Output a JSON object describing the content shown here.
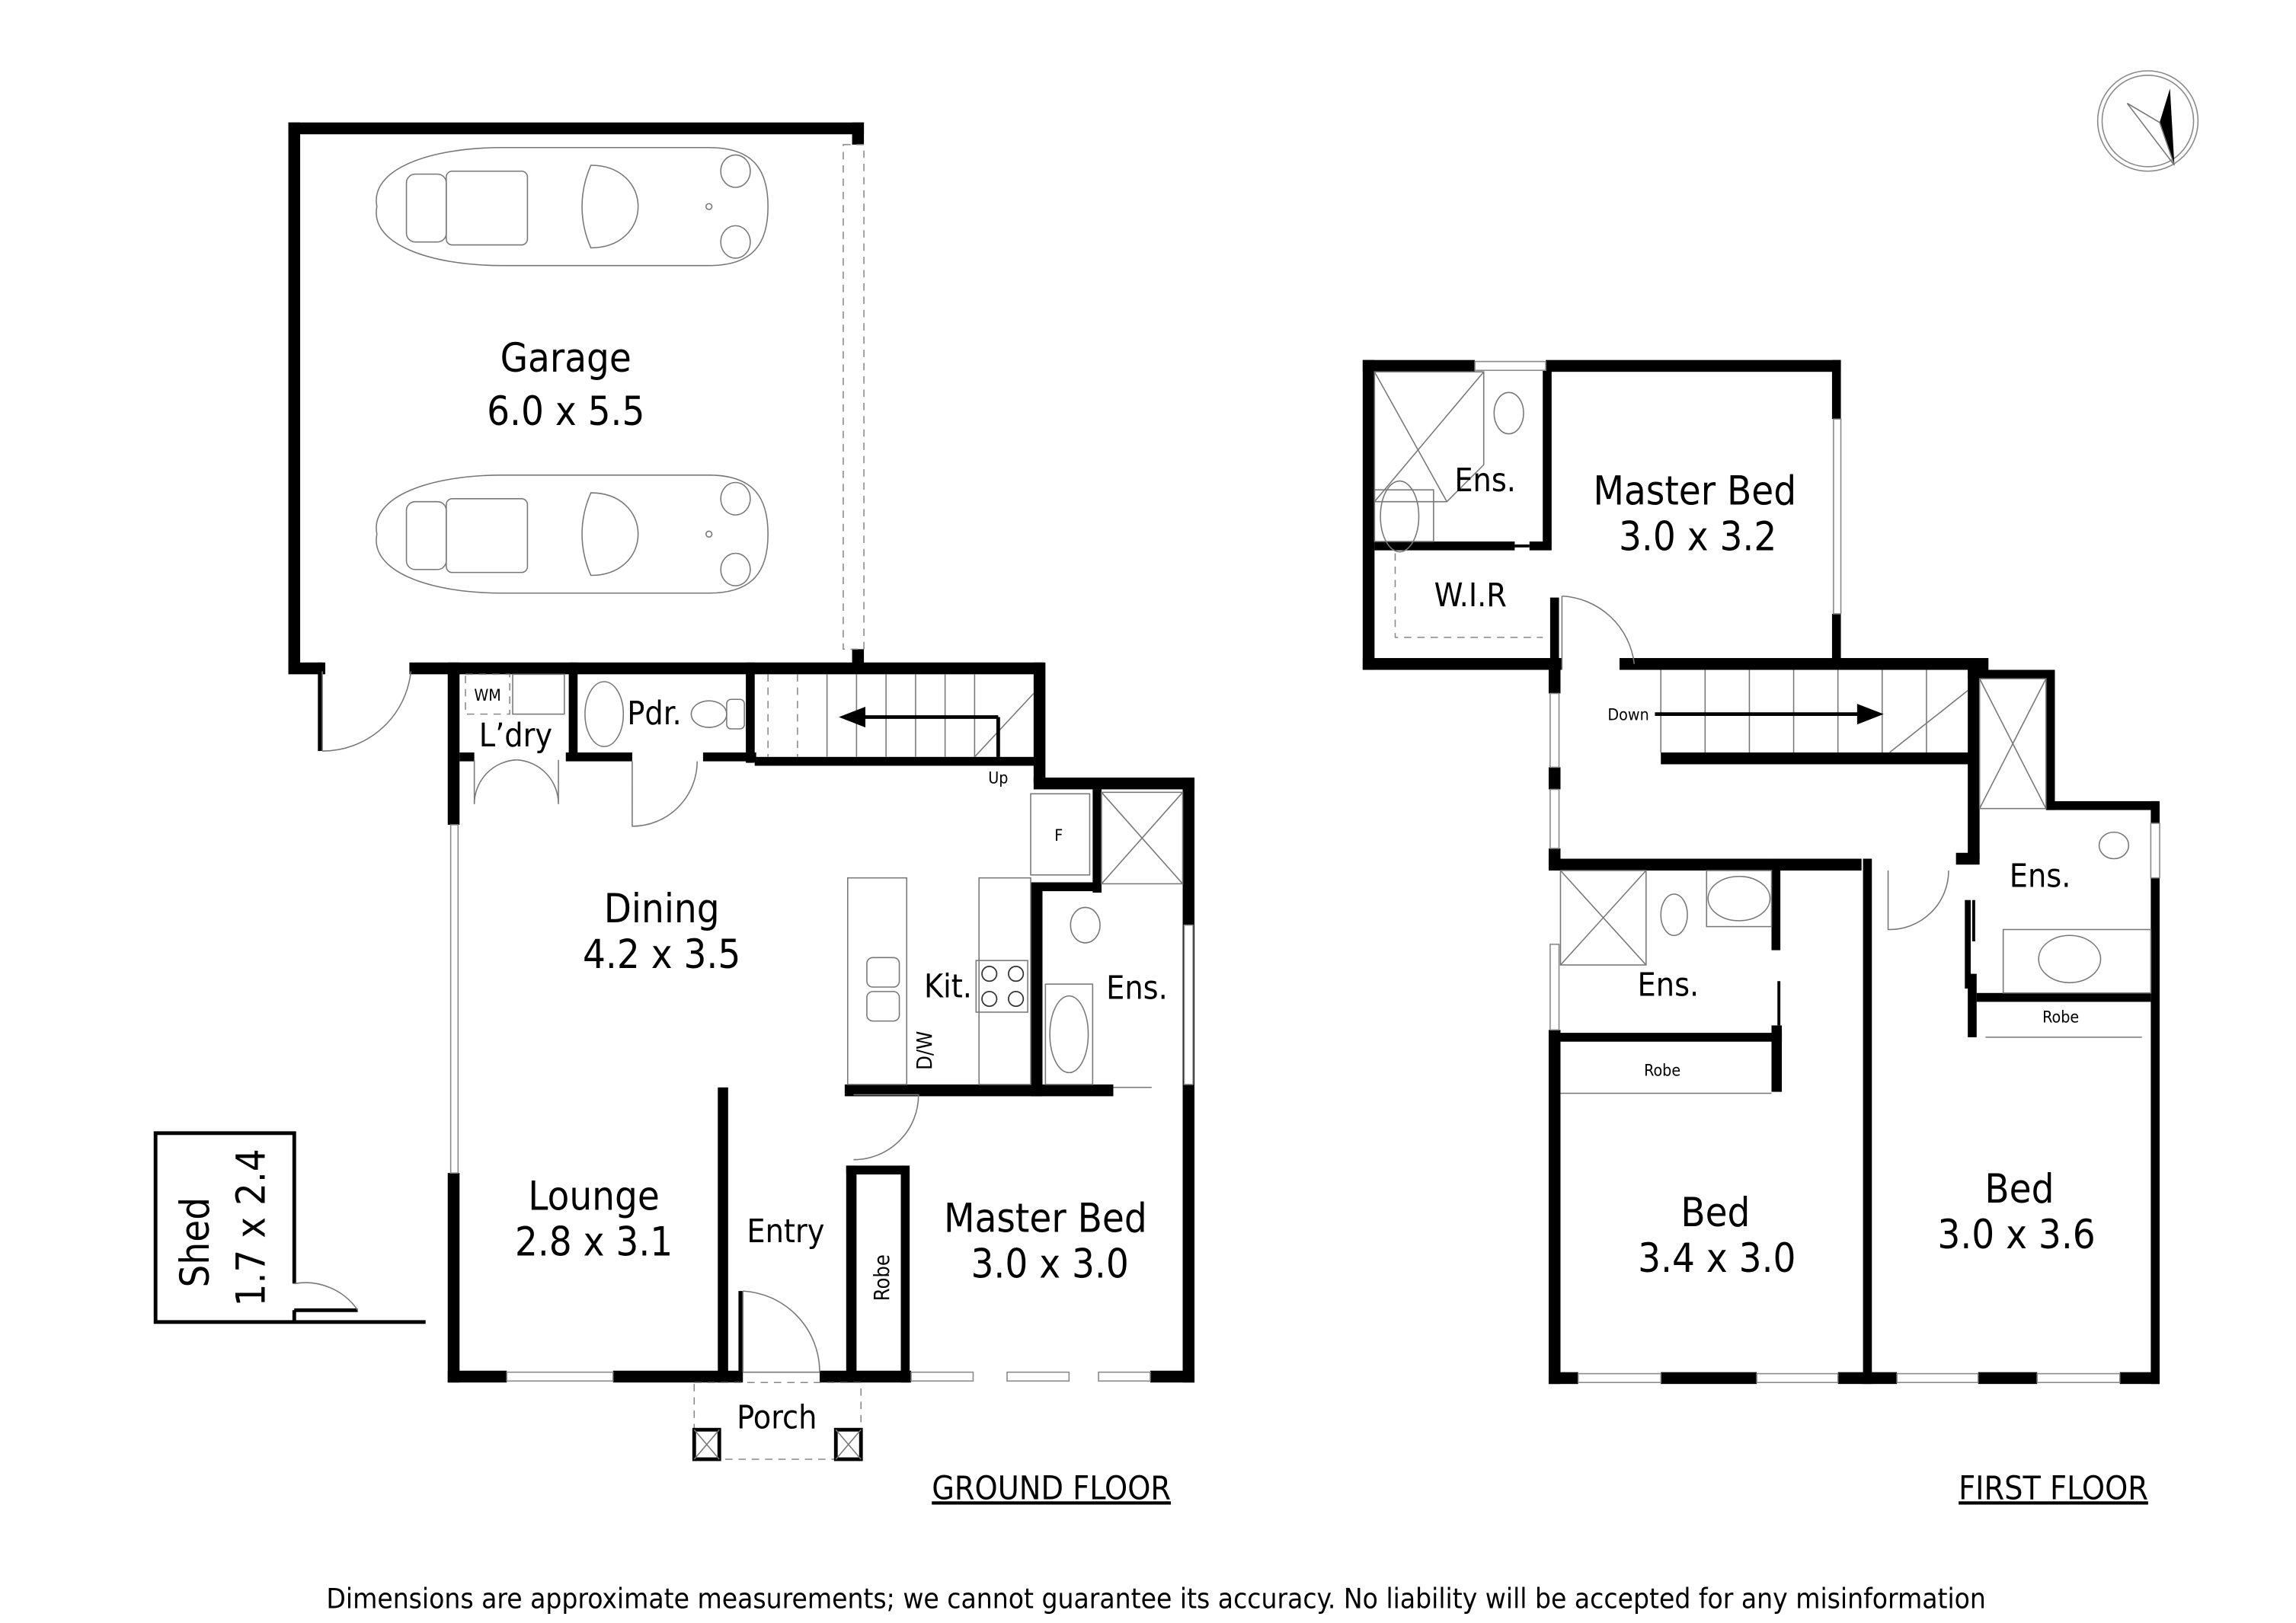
{
  "ground_floor": {
    "title": "GROUND FLOOR",
    "rooms": {
      "garage": {
        "name": "Garage",
        "dims": "6.0 x 5.5"
      },
      "laundry": {
        "name": "L’dry",
        "appliance": "WM"
      },
      "powder": {
        "name": "Pdr."
      },
      "dining": {
        "name": "Dining",
        "dims": "4.2 x 3.5"
      },
      "kitchen": {
        "name": "Kit.",
        "dishwasher": "D/W",
        "fridge": "F"
      },
      "ensuite": {
        "name": "Ens."
      },
      "lounge": {
        "name": "Lounge",
        "dims": "2.8 x 3.1"
      },
      "entry": {
        "name": "Entry"
      },
      "robe": {
        "name": "Robe"
      },
      "master_bed": {
        "name": "Master Bed",
        "dims": "3.0 x 3.0"
      },
      "porch": {
        "name": "Porch"
      },
      "shed": {
        "name": "Shed",
        "dims": "1.7 x 2.4"
      }
    },
    "stairs_label": "Up"
  },
  "first_floor": {
    "title": "FIRST FLOOR",
    "rooms": {
      "master_ensuite": {
        "name": "Ens."
      },
      "master_bed": {
        "name": "Master Bed",
        "dims": "3.0 x 3.2"
      },
      "wir": {
        "name": "W.I.R"
      },
      "bed2_ensuite": {
        "name": "Ens."
      },
      "bed2_robe": {
        "name": "Robe"
      },
      "bed2": {
        "name": "Bed",
        "dims": "3.4 x 3.0"
      },
      "bed3_ensuite": {
        "name": "Ens."
      },
      "bed3_robe": {
        "name": "Robe"
      },
      "bed3": {
        "name": "Bed",
        "dims": "3.0 x 3.6"
      }
    },
    "stairs_label": "Down"
  },
  "compass": {
    "icon": "north-arrow-icon"
  },
  "disclaimer": "Dimensions are approximate measurements; we cannot guarantee its accuracy. No liability will be accepted for any misinformation"
}
